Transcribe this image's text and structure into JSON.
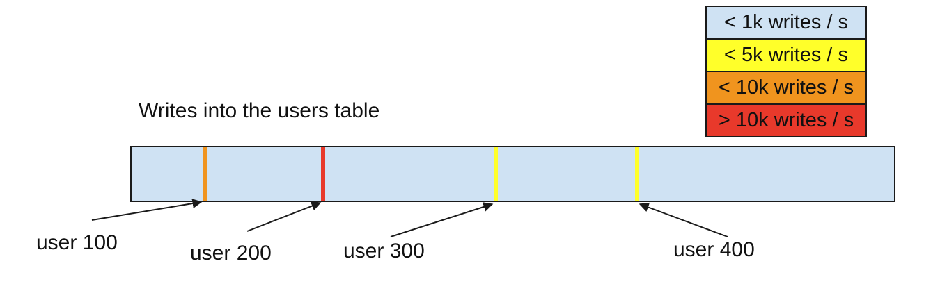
{
  "title": "Writes into the users table",
  "legend": {
    "items": [
      {
        "label": "< 1k writes / s",
        "color": "#cfe2f3"
      },
      {
        "label": "< 5k writes / s",
        "color": "#ffff2a"
      },
      {
        "label": "< 10k writes / s",
        "color": "#f0941e"
      },
      {
        "label": "> 10k writes / s",
        "color": "#e8392b"
      }
    ]
  },
  "bar": {
    "fill": "#cfe2f3",
    "stripes": [
      {
        "user": "user 100",
        "color": "#f0941e"
      },
      {
        "user": "user 200",
        "color": "#e8392b"
      },
      {
        "user": "user 300",
        "color": "#ffff2a"
      },
      {
        "user": "user 400",
        "color": "#ffff2a"
      }
    ]
  },
  "annotations": [
    {
      "label": "user 100"
    },
    {
      "label": "user 200"
    },
    {
      "label": "user 300"
    },
    {
      "label": "user 400"
    }
  ]
}
